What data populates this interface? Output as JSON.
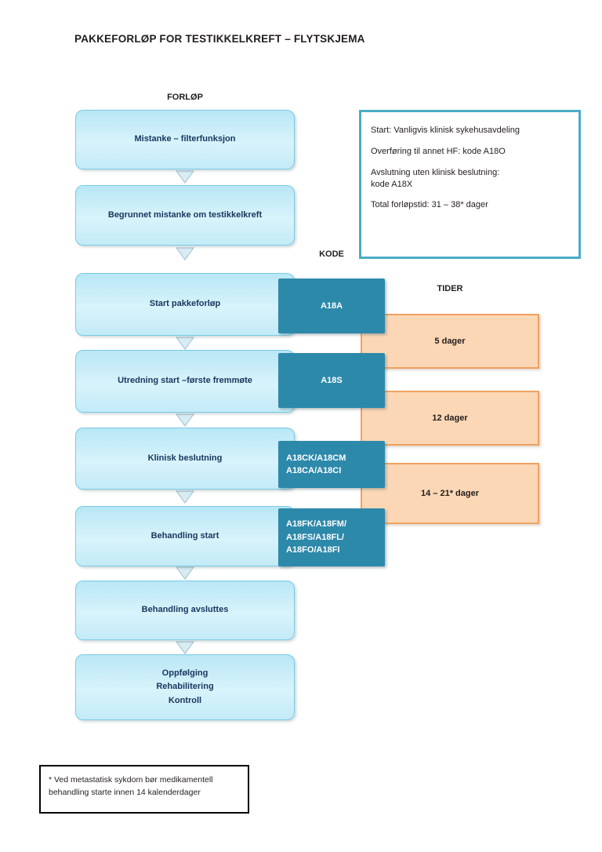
{
  "title": "PAKKEFORLØP FOR TESTIKKELKREFT – FLYTSKJEMA",
  "column_labels": {
    "forlop": "FORLØP",
    "kode": "KODE",
    "tider": "TIDER"
  },
  "flow_steps": [
    {
      "label": "Mistanke – filterfunksjon"
    },
    {
      "label": "Begrunnet mistanke om testikkelkreft"
    },
    {
      "label": "Start pakkeforløp"
    },
    {
      "label": "Utredning start –første fremmøte"
    },
    {
      "label": "Klinisk beslutning"
    },
    {
      "label": "Behandling start"
    },
    {
      "label": "Behandling avsluttes"
    },
    {
      "label": "Oppfølging\nRehabilitering\nKontroll"
    }
  ],
  "codes": [
    {
      "label": "A18A"
    },
    {
      "label": "A18S"
    },
    {
      "label": "A18CK/A18CM\nA18CA/A18CI"
    },
    {
      "label": "A18FK/A18FM/\nA18FS/A18FL/\nA18FO/A18FI"
    }
  ],
  "times": [
    {
      "label": "5 dager"
    },
    {
      "label": "12 dager"
    },
    {
      "label": "14 – 21* dager"
    }
  ],
  "info_box": {
    "lines": [
      "Start: Vanligvis klinisk sykehusavdeling",
      "Overføring til annet HF: kode A18O",
      "Avslutning uten klinisk beslutning:\nkode A18X",
      "Total forløpstid: 31 – 38* dager"
    ]
  },
  "footnote": {
    "text": "* Ved metastatisk sykdom bør medikamentell behandling starte innen 14 kalenderdager"
  },
  "colors": {
    "flow_box_fill": "#c9eef9",
    "flow_box_border": "#79cbe5",
    "flow_text": "#17365d",
    "code_box_fill": "#2d89aa",
    "time_box_fill": "#fcd7b5",
    "time_box_border": "#f0a160",
    "info_border": "#4bacc6"
  }
}
